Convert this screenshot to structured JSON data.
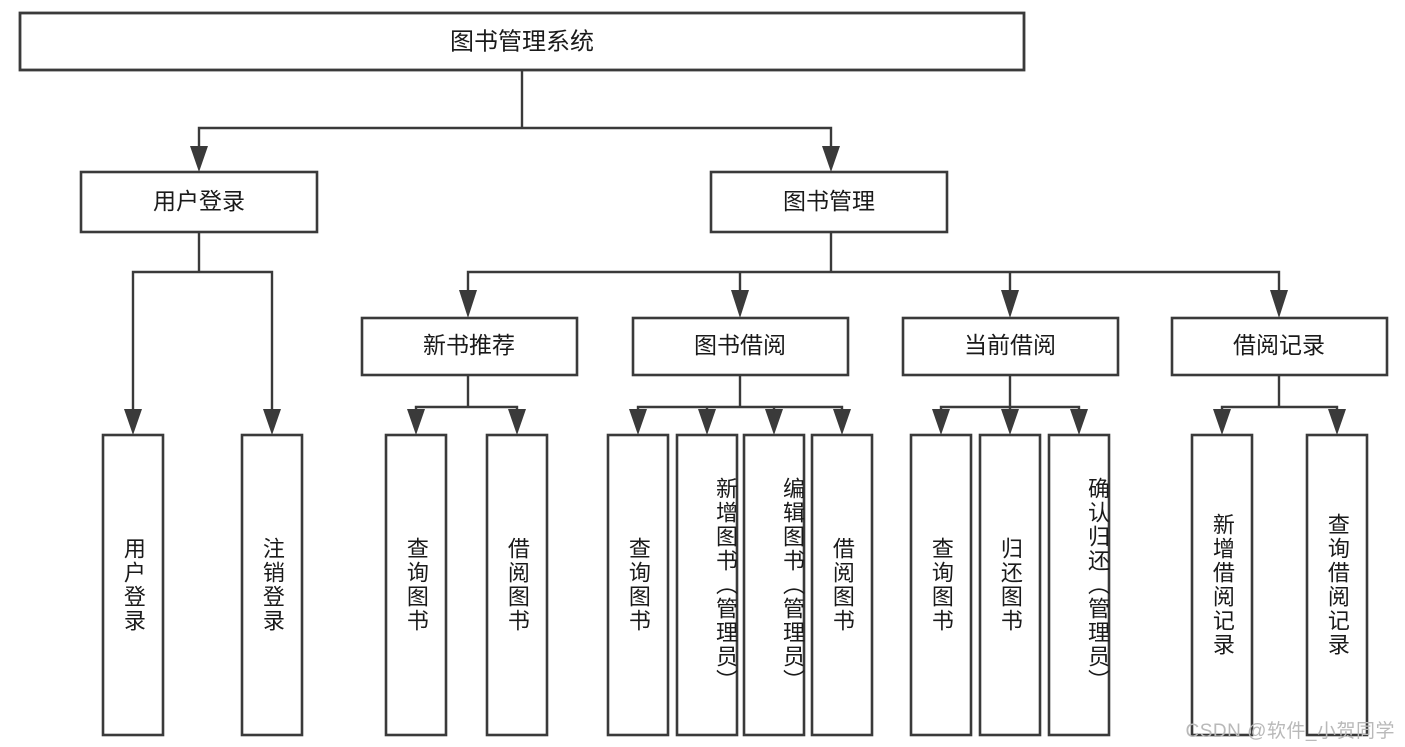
{
  "diagram": {
    "type": "tree",
    "title": "图书管理系统",
    "orientation": "top-down",
    "colors": {
      "box_fill": "#ffffff",
      "box_stroke": "#3a3a3a",
      "text": "#1a1a1a",
      "background": "#ffffff",
      "watermark": "#b9b9b9"
    },
    "root": {
      "id": "root",
      "label": "图书管理系统"
    },
    "level2": [
      {
        "id": "user-login",
        "label": "用户登录"
      },
      {
        "id": "book-manage",
        "label": "图书管理"
      }
    ],
    "level3": [
      {
        "id": "new-book-recommend",
        "label": "新书推荐",
        "parent": "book-manage"
      },
      {
        "id": "book-borrow",
        "label": "图书借阅",
        "parent": "book-manage"
      },
      {
        "id": "current-borrow",
        "label": "当前借阅",
        "parent": "book-manage"
      },
      {
        "id": "borrow-record",
        "label": "借阅记录",
        "parent": "book-manage"
      }
    ],
    "leaves": {
      "user-login": [
        {
          "id": "leaf-user-login",
          "label": "用户登录"
        },
        {
          "id": "leaf-logout",
          "label": "注销登录"
        }
      ],
      "new-book-recommend": [
        {
          "id": "leaf-query-book-1",
          "label": "查询图书"
        },
        {
          "id": "leaf-borrow-book-1",
          "label": "借阅图书"
        }
      ],
      "book-borrow": [
        {
          "id": "leaf-query-book-2",
          "label": "查询图书"
        },
        {
          "id": "leaf-add-book",
          "label": "新增图书（管理员）"
        },
        {
          "id": "leaf-edit-book",
          "label": "编辑图书（管理员）"
        },
        {
          "id": "leaf-borrow-book-2",
          "label": "借阅图书"
        }
      ],
      "current-borrow": [
        {
          "id": "leaf-query-book-3",
          "label": "查询图书"
        },
        {
          "id": "leaf-return-book",
          "label": "归还图书"
        },
        {
          "id": "leaf-confirm-return",
          "label": "确认归还（管理员）"
        }
      ],
      "borrow-record": [
        {
          "id": "leaf-add-record",
          "label": "新增借阅记录"
        },
        {
          "id": "leaf-query-record",
          "label": "查询借阅记录"
        }
      ]
    }
  },
  "watermark": {
    "text": "CSDN @软件_小贺同学"
  }
}
